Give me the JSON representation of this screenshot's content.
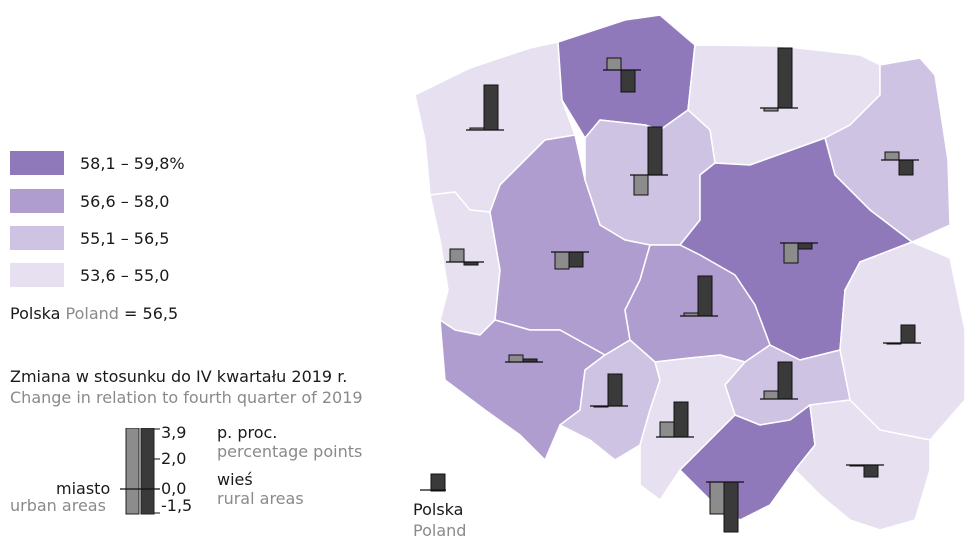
{
  "legend": {
    "classes": [
      {
        "label": "58,1 – 59,8%",
        "color": "#9079bb"
      },
      {
        "label": "56,6 – 58,0",
        "color": "#b09dd0"
      },
      {
        "label": "55,1 – 56,5",
        "color": "#cfc3e3"
      },
      {
        "label": "53,6 – 55,0",
        "color": "#e6e0f0"
      }
    ],
    "polska_pl": "Polska",
    "polska_en": "Poland",
    "polska_value": "= 56,5"
  },
  "change": {
    "title_pl": "Zmiana w stosunku do IV kwartału 2019 r.",
    "title_en": "Change in relation to fourth quarter of 2019",
    "scale_ticks": [
      "3,9",
      "2,0",
      "0,0",
      "-1,5"
    ],
    "unit_pl": "p. proc.",
    "unit_en": "percentage points",
    "urban_pl": "miasto",
    "urban_en": "urban areas",
    "rural_pl": "wieś",
    "rural_en": "rural areas"
  },
  "map_polska_pl": "Polska",
  "map_polska_en": "Poland",
  "colors": {
    "urban_bar": "#8c8c8c",
    "rural_bar": "#3a3a3a",
    "border": "#ffffff"
  }
}
